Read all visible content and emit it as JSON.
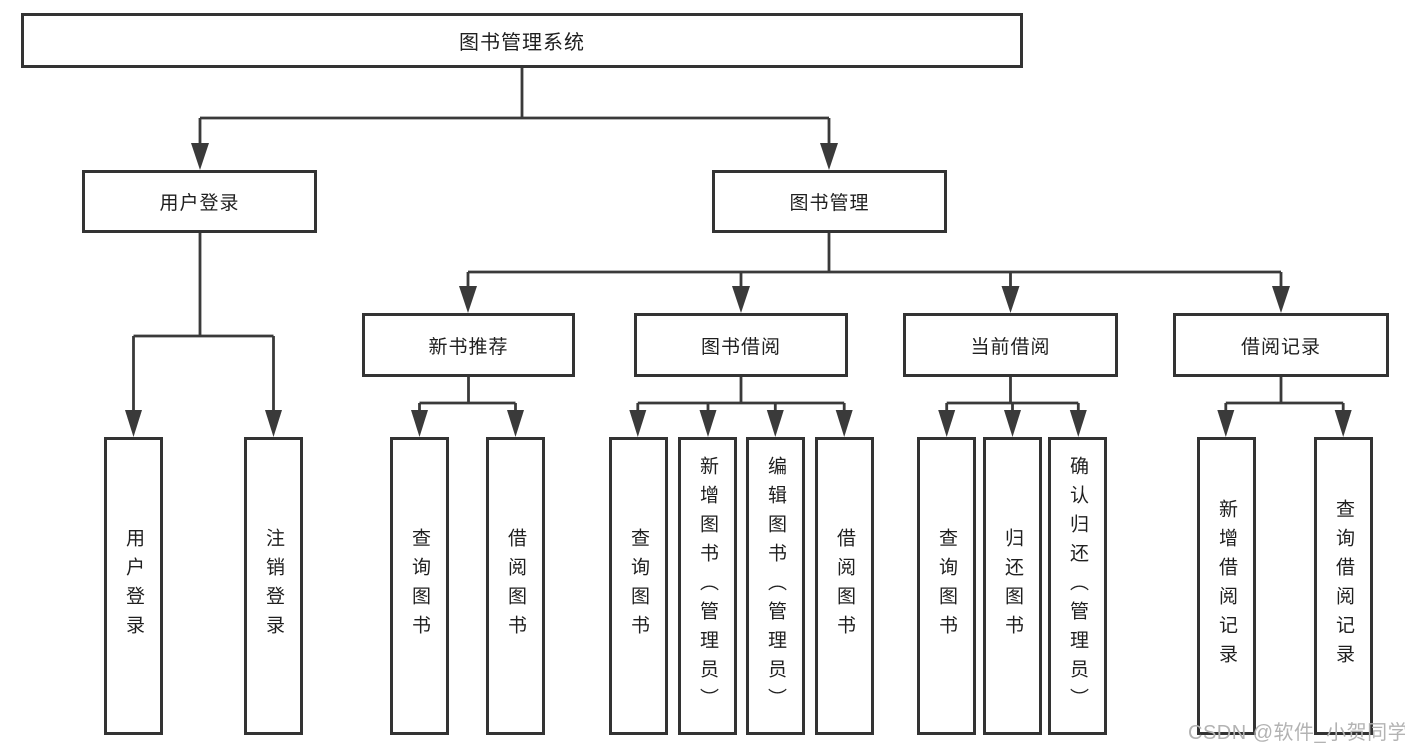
{
  "diagram": {
    "root": {
      "label": "图书管理系统"
    },
    "level2": [
      {
        "id": "user-login",
        "label": "用户登录"
      },
      {
        "id": "book-management",
        "label": "图书管理"
      }
    ],
    "level3": [
      {
        "id": "new-book-recommend",
        "label": "新书推荐",
        "parent": "图书管理"
      },
      {
        "id": "book-borrowing",
        "label": "图书借阅",
        "parent": "图书管理"
      },
      {
        "id": "current-borrowing",
        "label": "当前借阅",
        "parent": "图书管理"
      },
      {
        "id": "borrowing-records",
        "label": "借阅记录",
        "parent": "图书管理"
      }
    ],
    "leaves": [
      {
        "label": "用户登录",
        "parent": "用户登录"
      },
      {
        "label": "注销登录",
        "parent": "用户登录"
      },
      {
        "label": "查询图书",
        "parent": "新书推荐"
      },
      {
        "label": "借阅图书",
        "parent": "新书推荐"
      },
      {
        "label": "查询图书",
        "parent": "图书借阅"
      },
      {
        "label": "新增图书（管理员）",
        "parent": "图书借阅"
      },
      {
        "label": "编辑图书（管理员）",
        "parent": "图书借阅"
      },
      {
        "label": "借阅图书",
        "parent": "图书借阅"
      },
      {
        "label": "查询图书",
        "parent": "当前借阅"
      },
      {
        "label": "归还图书",
        "parent": "当前借阅"
      },
      {
        "label": "确认归还（管理员）",
        "parent": "当前借阅"
      },
      {
        "label": "新增借阅记录",
        "parent": "借阅记录"
      },
      {
        "label": "查询借阅记录",
        "parent": "借阅记录"
      }
    ]
  },
  "watermark": {
    "text": "CSDN @软件_小贺同学"
  },
  "colors": {
    "line": "#3a3a3a",
    "box_border": "#333333",
    "text": "#1f1f1f",
    "watermark": "#b3b3b3",
    "background": "#ffffff"
  }
}
